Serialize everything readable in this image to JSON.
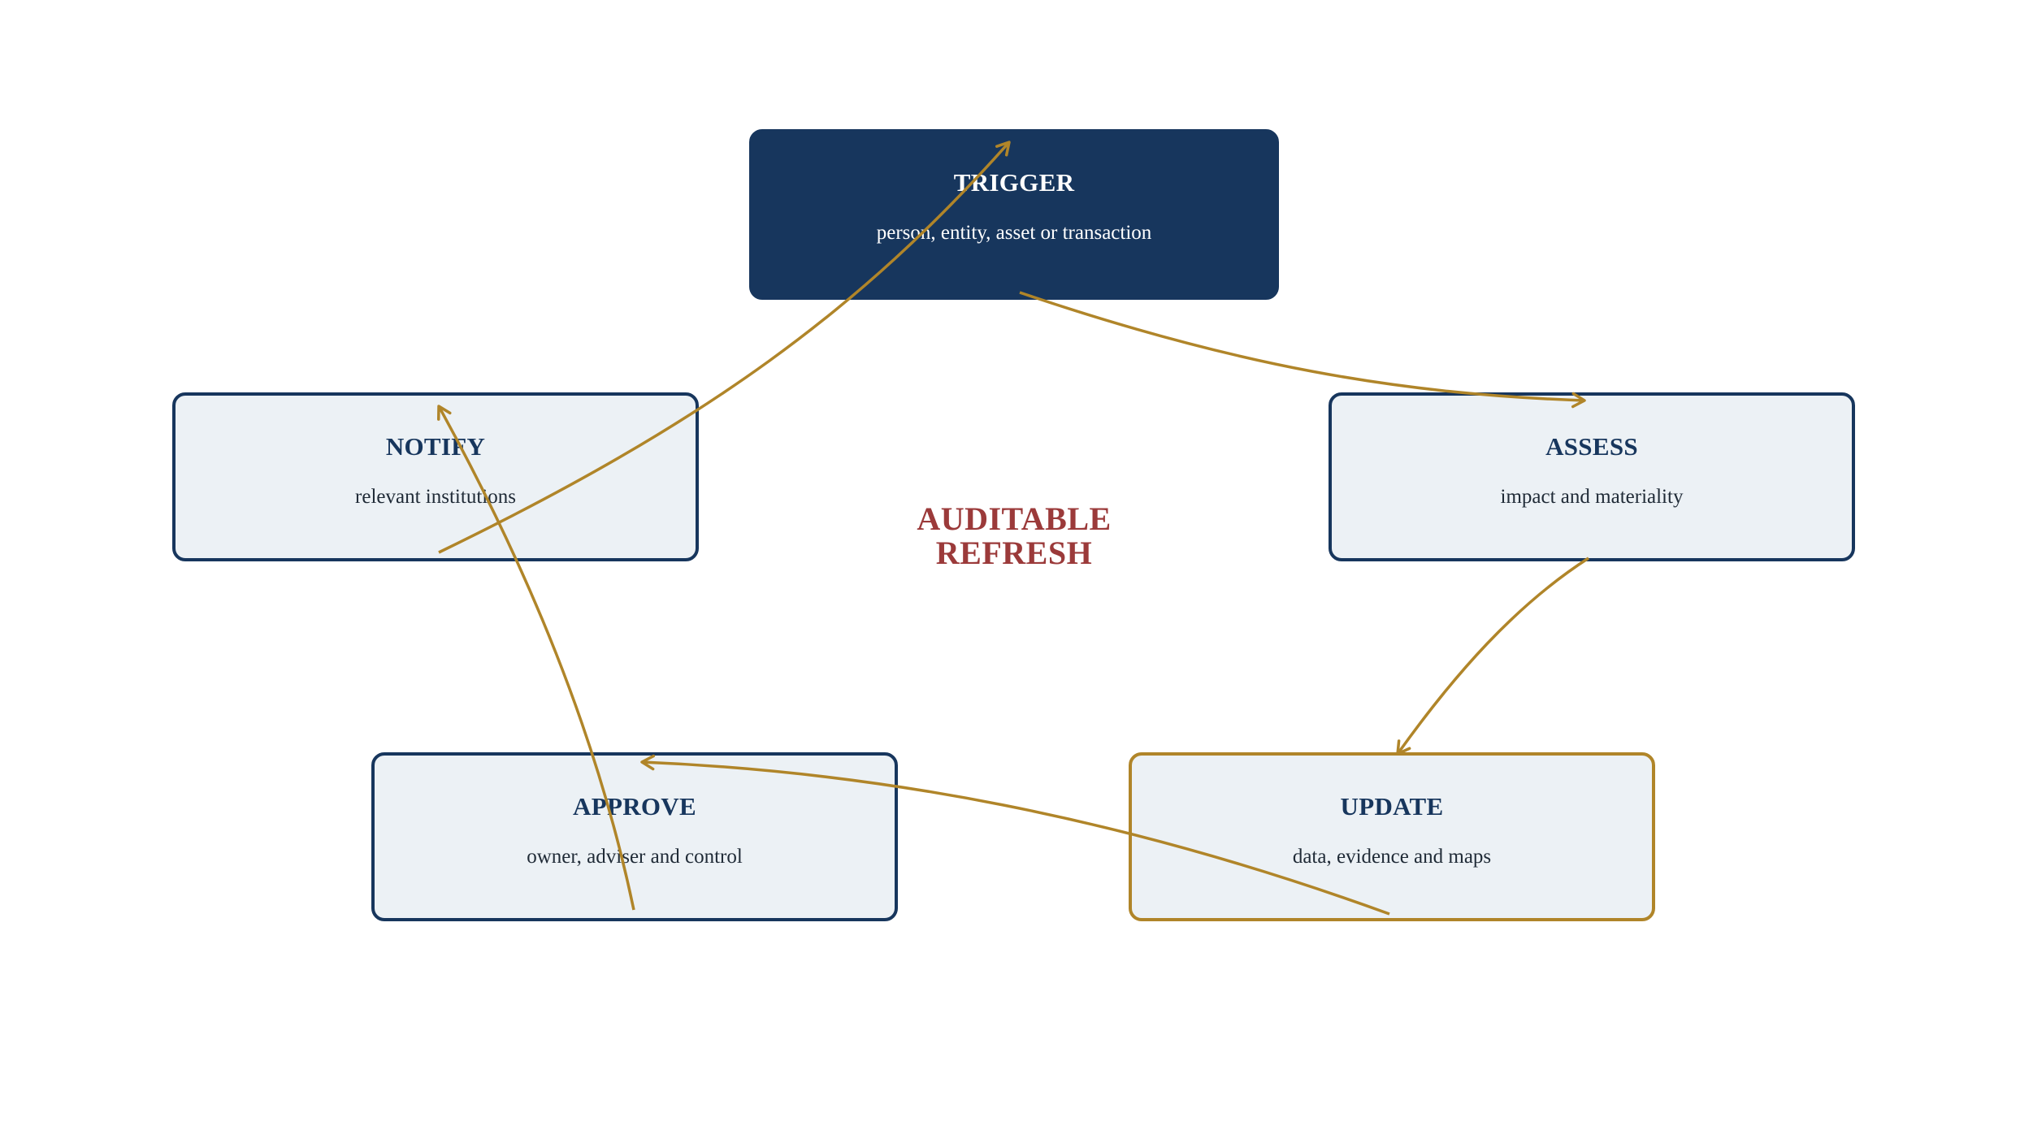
{
  "colors": {
    "navy": "#17365d",
    "gold": "#b08529",
    "box_fill": "#ecf1f5",
    "center_label": "#9b3a3a"
  },
  "nodes": {
    "trigger": {
      "title": "TRIGGER",
      "subtitle": "person, entity, asset or transaction"
    },
    "assess": {
      "title": "ASSESS",
      "subtitle": "impact and materiality"
    },
    "update": {
      "title": "UPDATE",
      "subtitle": "data, evidence and maps"
    },
    "approve": {
      "title": "APPROVE",
      "subtitle": "owner, adviser and control"
    },
    "notify": {
      "title": "NOTIFY",
      "subtitle": "relevant institutions"
    }
  },
  "center": {
    "line1": "AUDITABLE",
    "line2": "REFRESH"
  },
  "edges": [
    {
      "from": "TRIGGER",
      "to": "ASSESS"
    },
    {
      "from": "ASSESS",
      "to": "UPDATE"
    },
    {
      "from": "UPDATE",
      "to": "APPROVE"
    },
    {
      "from": "APPROVE",
      "to": "NOTIFY"
    },
    {
      "from": "NOTIFY",
      "to": "TRIGGER"
    }
  ]
}
